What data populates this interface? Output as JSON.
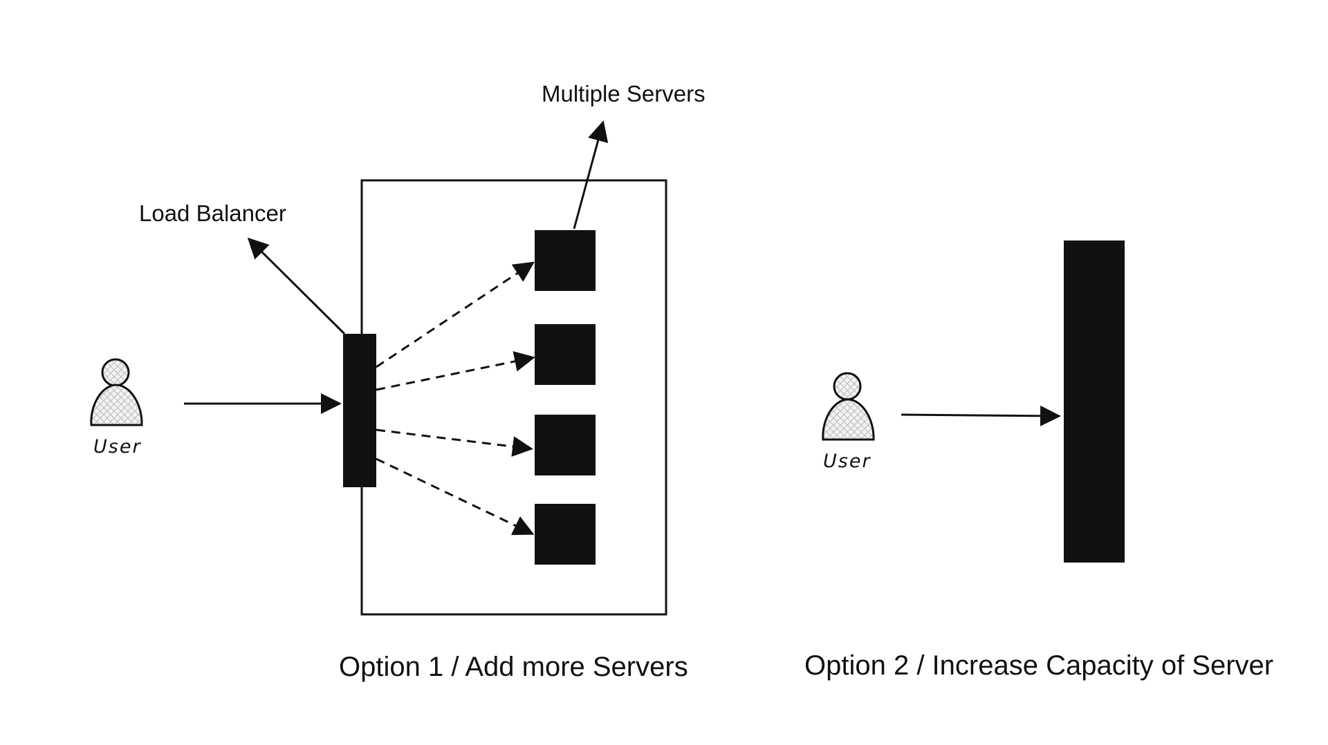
{
  "labels": {
    "multiple_servers": "Multiple Servers",
    "load_balancer": "Load Balancer",
    "user_left": "User",
    "user_right": "User",
    "option1": "Option 1 / Add more Servers",
    "option2": "Option 2 / Increase Capacity of Server"
  },
  "colors": {
    "ink": "#111111",
    "background": "#ffffff",
    "user_fill": "#e8e8e8"
  },
  "icons": {
    "user": "user-icon"
  }
}
